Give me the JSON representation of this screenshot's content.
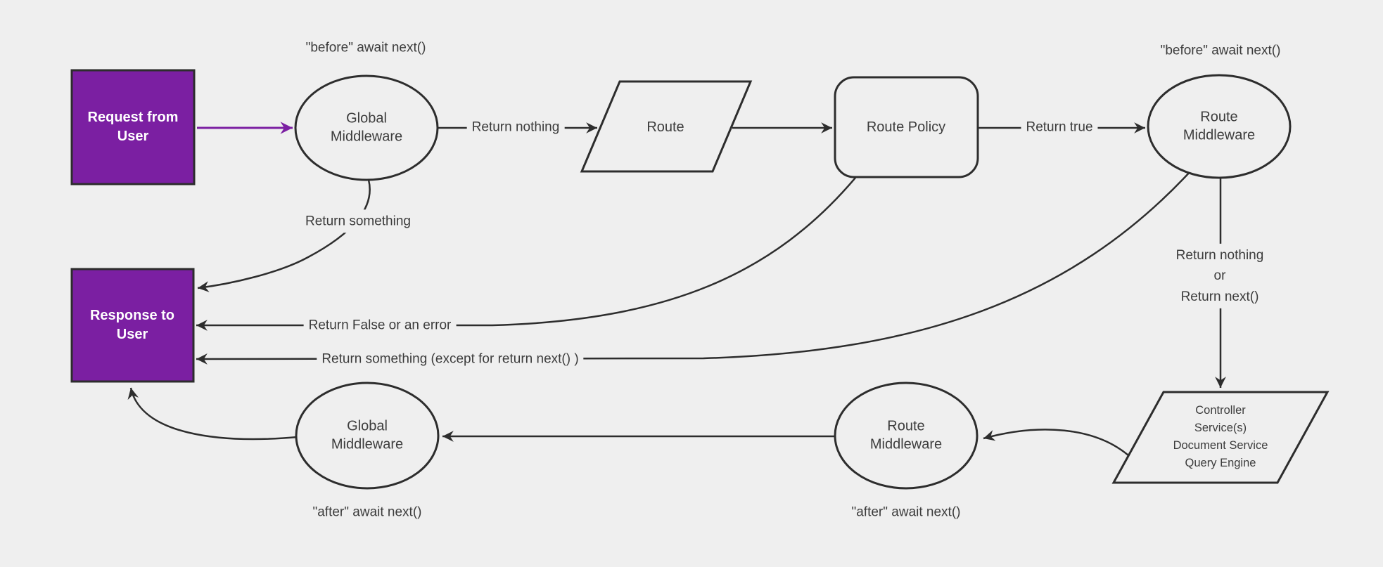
{
  "diagram": {
    "title": "Request lifecycle middleware flowchart",
    "colors": {
      "background": "#efefef",
      "line": "#2d2d2d",
      "accent_purple": "#7b1fa2",
      "text": "#3c3c3c",
      "inverse_text": "#ffffff"
    }
  },
  "nodes": {
    "request": {
      "label": "Request from\nUser",
      "shape": "rectangle",
      "fill": "#7b1fa2"
    },
    "global_middleware_top": {
      "label": "Global\nMiddleware",
      "shape": "ellipse"
    },
    "route": {
      "label": "Route",
      "shape": "parallelogram"
    },
    "route_policy": {
      "label": "Route Policy",
      "shape": "rounded-rectangle"
    },
    "route_middleware_top": {
      "label": "Route\nMiddleware",
      "shape": "ellipse"
    },
    "controller": {
      "label": "Controller\nService(s)\nDocument Service\nQuery Engine",
      "shape": "parallelogram"
    },
    "route_middleware_bottom": {
      "label": "Route\nMiddleware",
      "shape": "ellipse"
    },
    "global_middleware_bottom": {
      "label": "Global\nMiddleware",
      "shape": "ellipse"
    },
    "response": {
      "label": "Response to\nUser",
      "shape": "rectangle",
      "fill": "#7b1fa2"
    }
  },
  "edge_labels": {
    "before_await_next_left": "\"before\" await next()",
    "before_await_next_right": "\"before\" await next()",
    "return_nothing": "Return nothing",
    "return_true": "Return true",
    "return_something": "Return something",
    "return_false_or_error": "Return False or an error",
    "return_something_except": "Return something (except for return next() )",
    "return_nothing_or_next": "Return nothing\nor\nReturn next()",
    "after_await_next_left": "\"after\" await next()",
    "after_await_next_right": "\"after\" await next()"
  }
}
